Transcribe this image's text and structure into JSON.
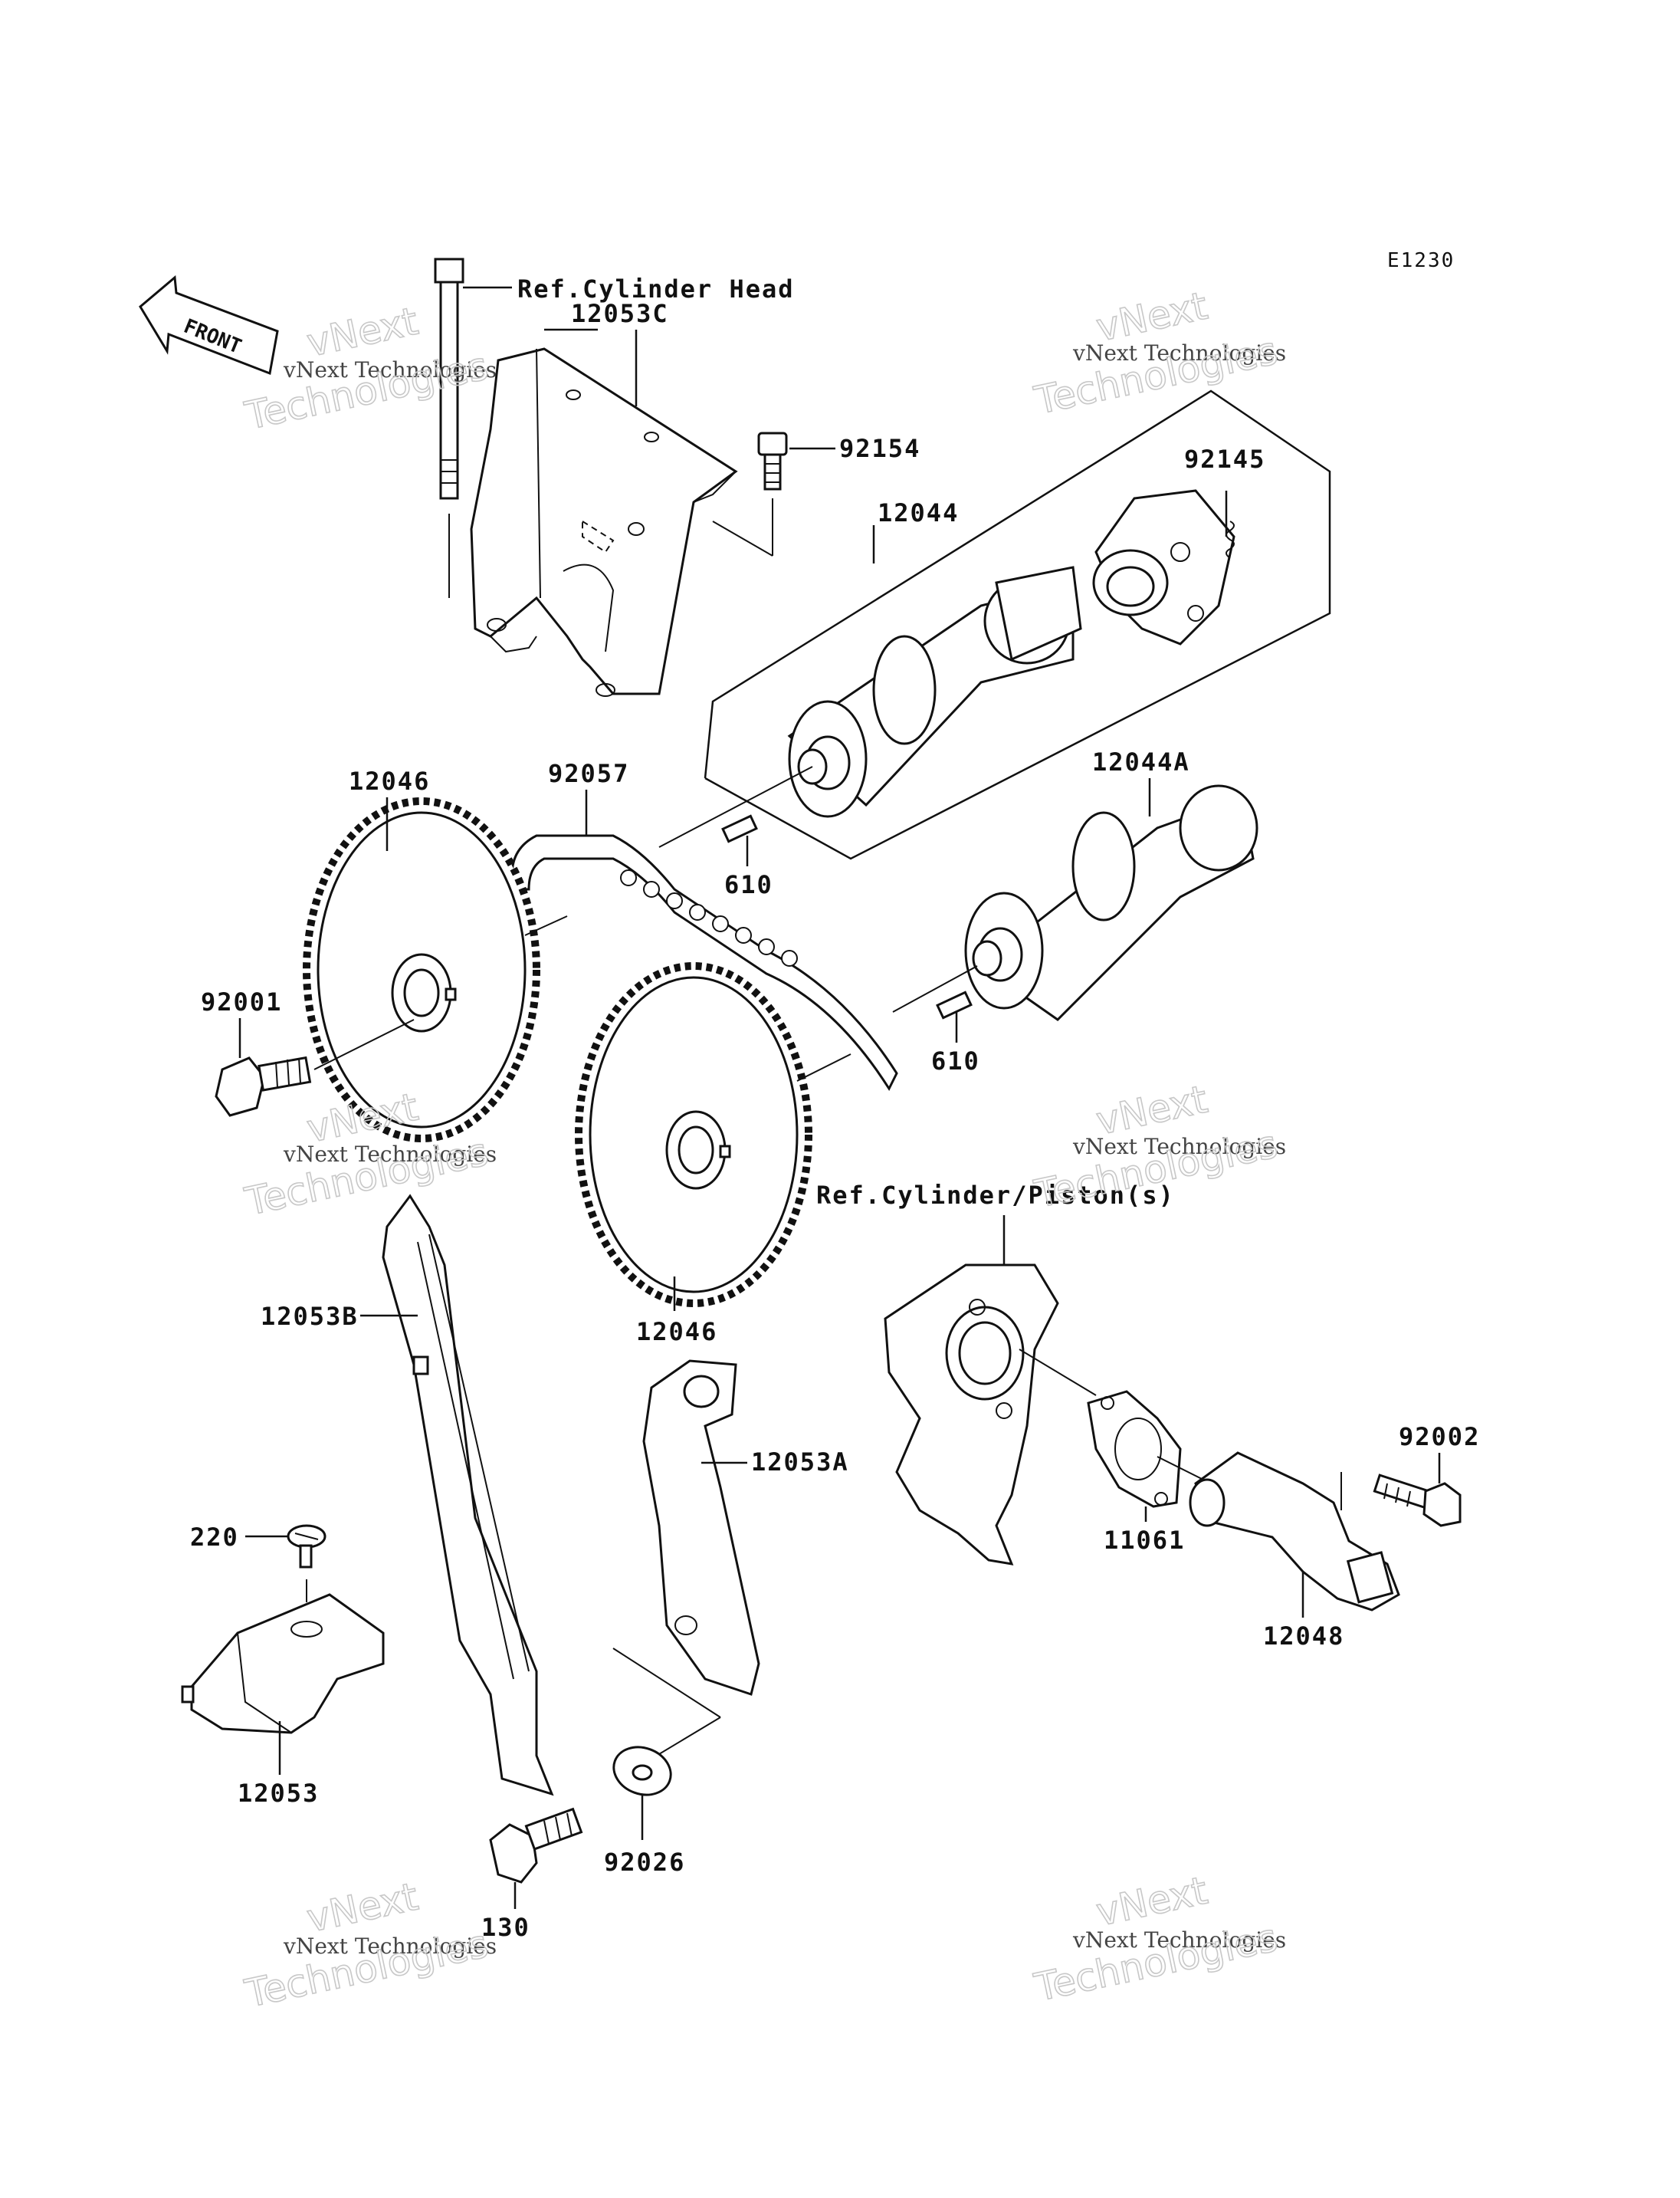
{
  "diagram_code": "E1230",
  "front_label": "FRONT",
  "references": {
    "cylinder_head": "Ref.Cylinder Head",
    "cylinder_piston": "Ref.Cylinder/Piston(s)"
  },
  "watermark": {
    "line1": "vNext Technologies",
    "line2": "vNext",
    "line3": "Technologies"
  },
  "parts": {
    "p12053C": "12053C",
    "p92154": "92154",
    "p92145": "92145",
    "p12044": "12044",
    "p12046_top": "12046",
    "p92057": "92057",
    "p12044A": "12044A",
    "p610_a": "610",
    "p610_b": "610",
    "p92001": "92001",
    "p12046_bottom": "12046",
    "p12053B": "12053B",
    "p12053A": "12053A",
    "p92002": "92002",
    "p11061": "11061",
    "p12048": "12048",
    "p220": "220",
    "p12053": "12053",
    "p92026": "92026",
    "p130": "130"
  }
}
